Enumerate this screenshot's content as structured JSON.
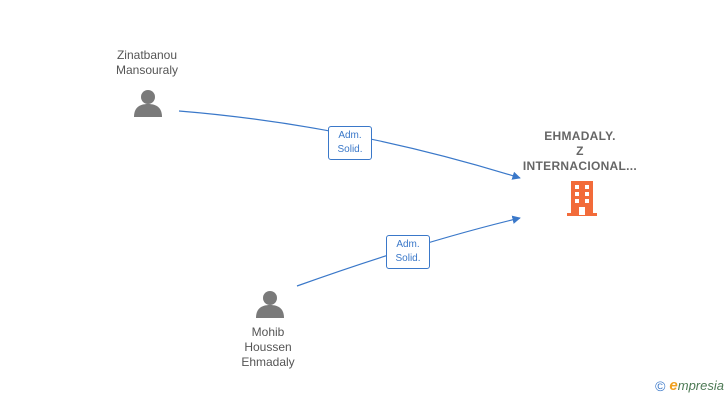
{
  "persons": [
    {
      "id": "p1",
      "name_lines": [
        "Zinatbanou",
        "Mansouraly"
      ]
    },
    {
      "id": "p2",
      "name_lines": [
        "Mohib",
        "Houssen",
        "Ehmadaly"
      ]
    }
  ],
  "company": {
    "name_lines": [
      "EHMADALY.",
      "Z",
      "INTERNACIONAL..."
    ],
    "icon": "building-icon",
    "color": "#f26b3a"
  },
  "relations": [
    {
      "from": "p1",
      "to": "company",
      "label_lines": [
        "Adm.",
        "Solid."
      ]
    },
    {
      "from": "p2",
      "to": "company",
      "label_lines": [
        "Adm.",
        "Solid."
      ]
    }
  ],
  "colors": {
    "edge": "#3a78c9",
    "person_icon": "#7a7a7a"
  },
  "brand": {
    "copyright_symbol": "©",
    "first_letter": "e",
    "rest": "mpresia"
  }
}
